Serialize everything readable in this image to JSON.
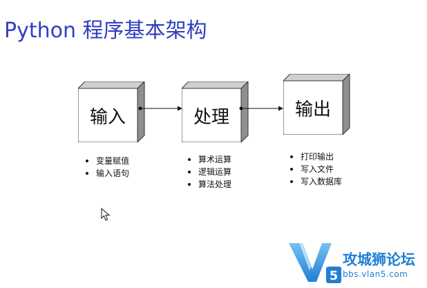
{
  "slide": {
    "title": "Python 程序基本架构"
  },
  "diagram": {
    "boxes": [
      {
        "label": "输入",
        "bullets": [
          "变量赋值",
          "输入语句"
        ]
      },
      {
        "label": "处理",
        "bullets": [
          "算术运算",
          "逻辑运算",
          "算法处理"
        ]
      },
      {
        "label": "输出",
        "bullets": [
          "打印输出",
          "写入文件",
          "写入数据库"
        ]
      }
    ]
  },
  "watermark": {
    "brand_mark": "V5",
    "brand_name": "攻城狮论坛",
    "url": "bbs.vlan5.com",
    "color": "#1f7fd3"
  },
  "colors": {
    "title": "#2f3fc0",
    "cube_front": "#ffffff",
    "cube_side": "#8f8f8f",
    "cube_top": "#d0d0d0"
  }
}
